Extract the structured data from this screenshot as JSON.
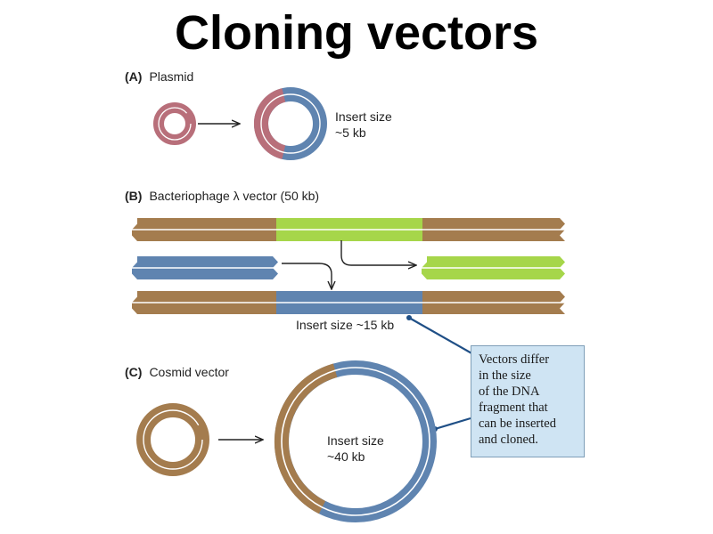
{
  "title": "Cloning vectors",
  "sections": {
    "a": {
      "letter": "(A)",
      "label": "Plasmid",
      "insert_label_1": "Insert size",
      "insert_label_2": "~5 kb"
    },
    "b": {
      "letter": "(B)",
      "label": "Bacteriophage λ vector (50 kb)",
      "insert_label": "Insert size ~15 kb"
    },
    "c": {
      "letter": "(C)",
      "label": "Cosmid vector",
      "insert_label_1": "Insert size",
      "insert_label_2": "~40 kb"
    }
  },
  "callout": {
    "lines": [
      "Vectors differ",
      "in the size",
      "of the DNA",
      "fragment that",
      "can be inserted",
      "and cloned."
    ]
  },
  "colors": {
    "plasmid_red": "#b86f7a",
    "vector_brown": "#a47c4e",
    "insert_blue": "#5f84b0",
    "lambda_green": "#a6d64a",
    "callout_fill": "#cfe4f3",
    "pointer_line": "#1f4f86"
  }
}
